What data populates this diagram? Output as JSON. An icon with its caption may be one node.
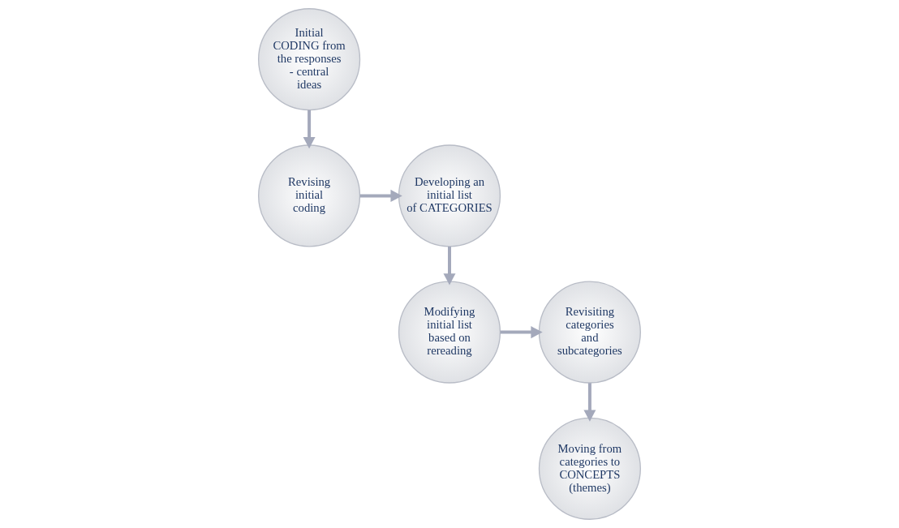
{
  "diagram": {
    "nodes": [
      {
        "text": [
          "Initial CODING from the responses - central ideas"
        ]
      },
      {
        "text": [
          "Revising initial coding"
        ]
      },
      {
        "text": [
          "Developing an initial list of CATEGORIES"
        ]
      },
      {
        "text": [
          "Modifying initial list based on rereading"
        ]
      },
      {
        "text": [
          "Revisiting categories and subcategories"
        ]
      },
      {
        "text": [
          "Moving from categories to CONCEPTS (themes)"
        ]
      }
    ],
    "edges": [
      {
        "from": 0,
        "to": 1,
        "arrow": "to"
      },
      {
        "from": 1,
        "to": 2,
        "arrow": "to"
      },
      {
        "from": 2,
        "to": 3,
        "arrow": "to"
      },
      {
        "from": 3,
        "to": 4,
        "arrow": "to"
      },
      {
        "from": 4,
        "to": 5,
        "arrow": "to"
      }
    ]
  }
}
